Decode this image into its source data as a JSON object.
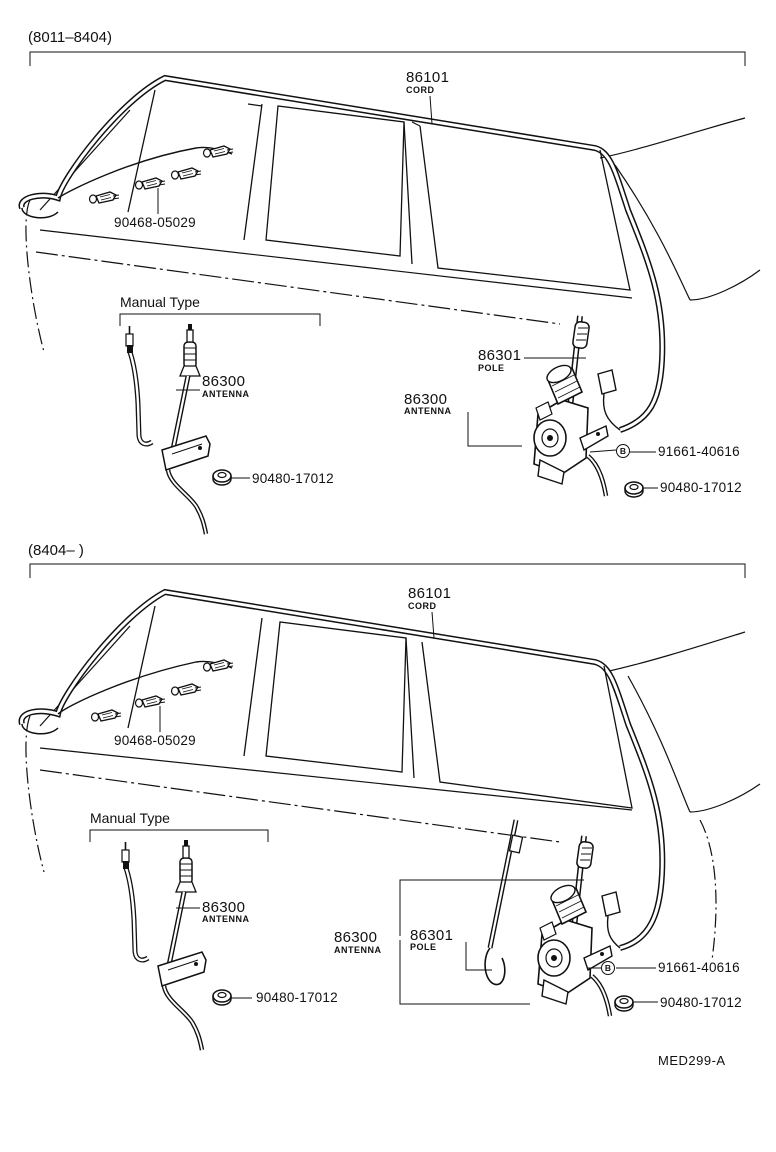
{
  "sections": [
    {
      "id": "early",
      "header": "(8011–8404)",
      "cord": {
        "part_no": "86101",
        "name": "CORD"
      },
      "clip_part": "90468-05029",
      "manual_type": {
        "title": "Manual Type",
        "antenna": {
          "part_no": "86300",
          "name": "ANTENNA"
        },
        "nut": "90480-17012"
      },
      "power": {
        "pole": {
          "part_no": "86301",
          "name": "POLE"
        },
        "antenna": {
          "part_no": "86300",
          "name": "ANTENNA"
        },
        "bolt_marker": "B",
        "bolt": "91661-40616",
        "nut": "90480-17012"
      }
    },
    {
      "id": "late",
      "header": "(8404–            )",
      "cord": {
        "part_no": "86101",
        "name": "CORD"
      },
      "clip_part": "90468-05029",
      "manual_type": {
        "title": "Manual Type",
        "antenna": {
          "part_no": "86300",
          "name": "ANTENNA"
        },
        "nut": "90480-17012"
      },
      "power": {
        "pole": {
          "part_no": "86301",
          "name": "POLE"
        },
        "antenna": {
          "part_no": "86300",
          "name": "ANTENNA"
        },
        "bolt_marker": "B",
        "bolt": "91661-40616",
        "nut": "90480-17012"
      }
    }
  ],
  "diagram_code": "MED299-A"
}
